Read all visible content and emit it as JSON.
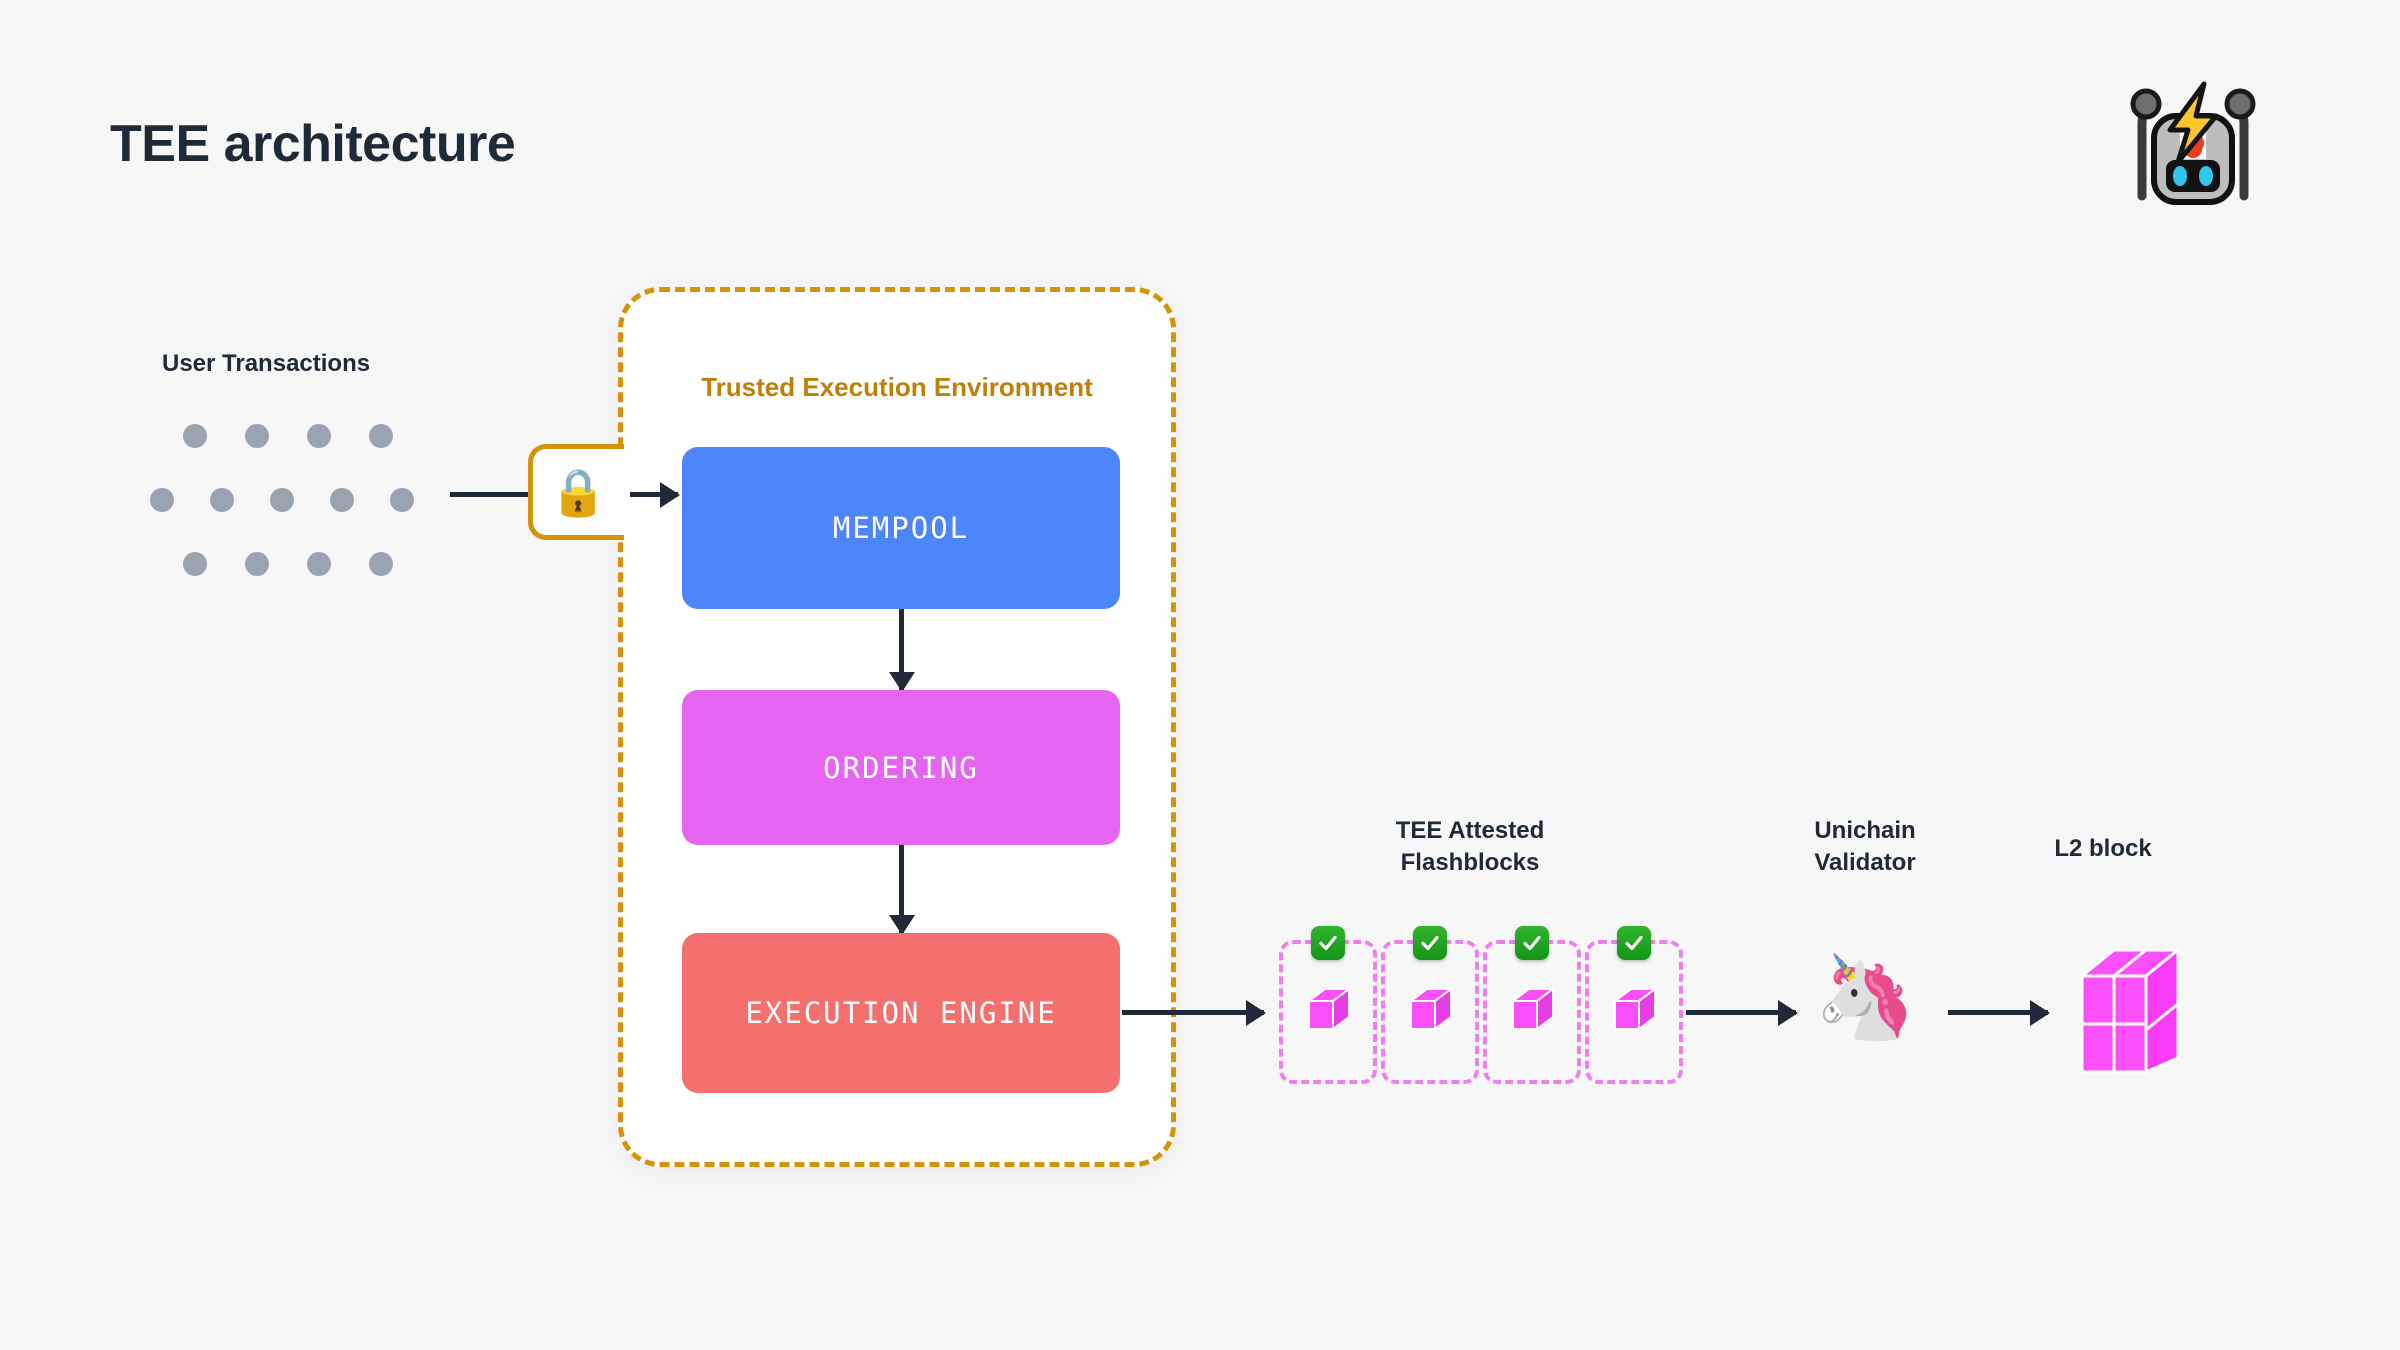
{
  "page": {
    "title": "TEE architecture",
    "background_color": "#f7f7f7",
    "text_color": "#1f2937"
  },
  "logo": {
    "name": "flashbots-robot-logo",
    "description": "robot head with antennae, lightning bolt and blue eyes"
  },
  "user_transactions": {
    "label": "User Transactions",
    "dot_color": "#9aa3b2",
    "rows": [
      4,
      5,
      4
    ]
  },
  "lock": {
    "icon": "lock-icon",
    "glyph": "🔒",
    "border_color": "#d4930a"
  },
  "tee": {
    "title": "Trusted Execution Environment",
    "title_color": "#c07f08",
    "border_color": "#d4930a",
    "panel_color": "#ffffff",
    "stages": [
      {
        "label": "MEMPOOL",
        "color": "#4d86fa"
      },
      {
        "label": "ORDERING",
        "color": "#e565f2"
      },
      {
        "label": "EXECUTION ENGINE",
        "color": "#f4706e"
      }
    ]
  },
  "flashblocks": {
    "label_line1": "TEE Attested",
    "label_line2": "Flashblocks",
    "border_color": "#ef7ff0",
    "badge_color": "#169416",
    "count": 4,
    "cube_glyph": "🟪",
    "items": [
      {
        "attested": true
      },
      {
        "attested": true
      },
      {
        "attested": true
      },
      {
        "attested": true
      }
    ]
  },
  "validator": {
    "label_line1": "Unichain",
    "label_line2": "Validator",
    "icon": "unicorn-icon",
    "glyph": "🦄"
  },
  "l2_block": {
    "label": "L2 block",
    "color": "#fb4ffb"
  },
  "arrows": {
    "color": "#1f2937"
  }
}
